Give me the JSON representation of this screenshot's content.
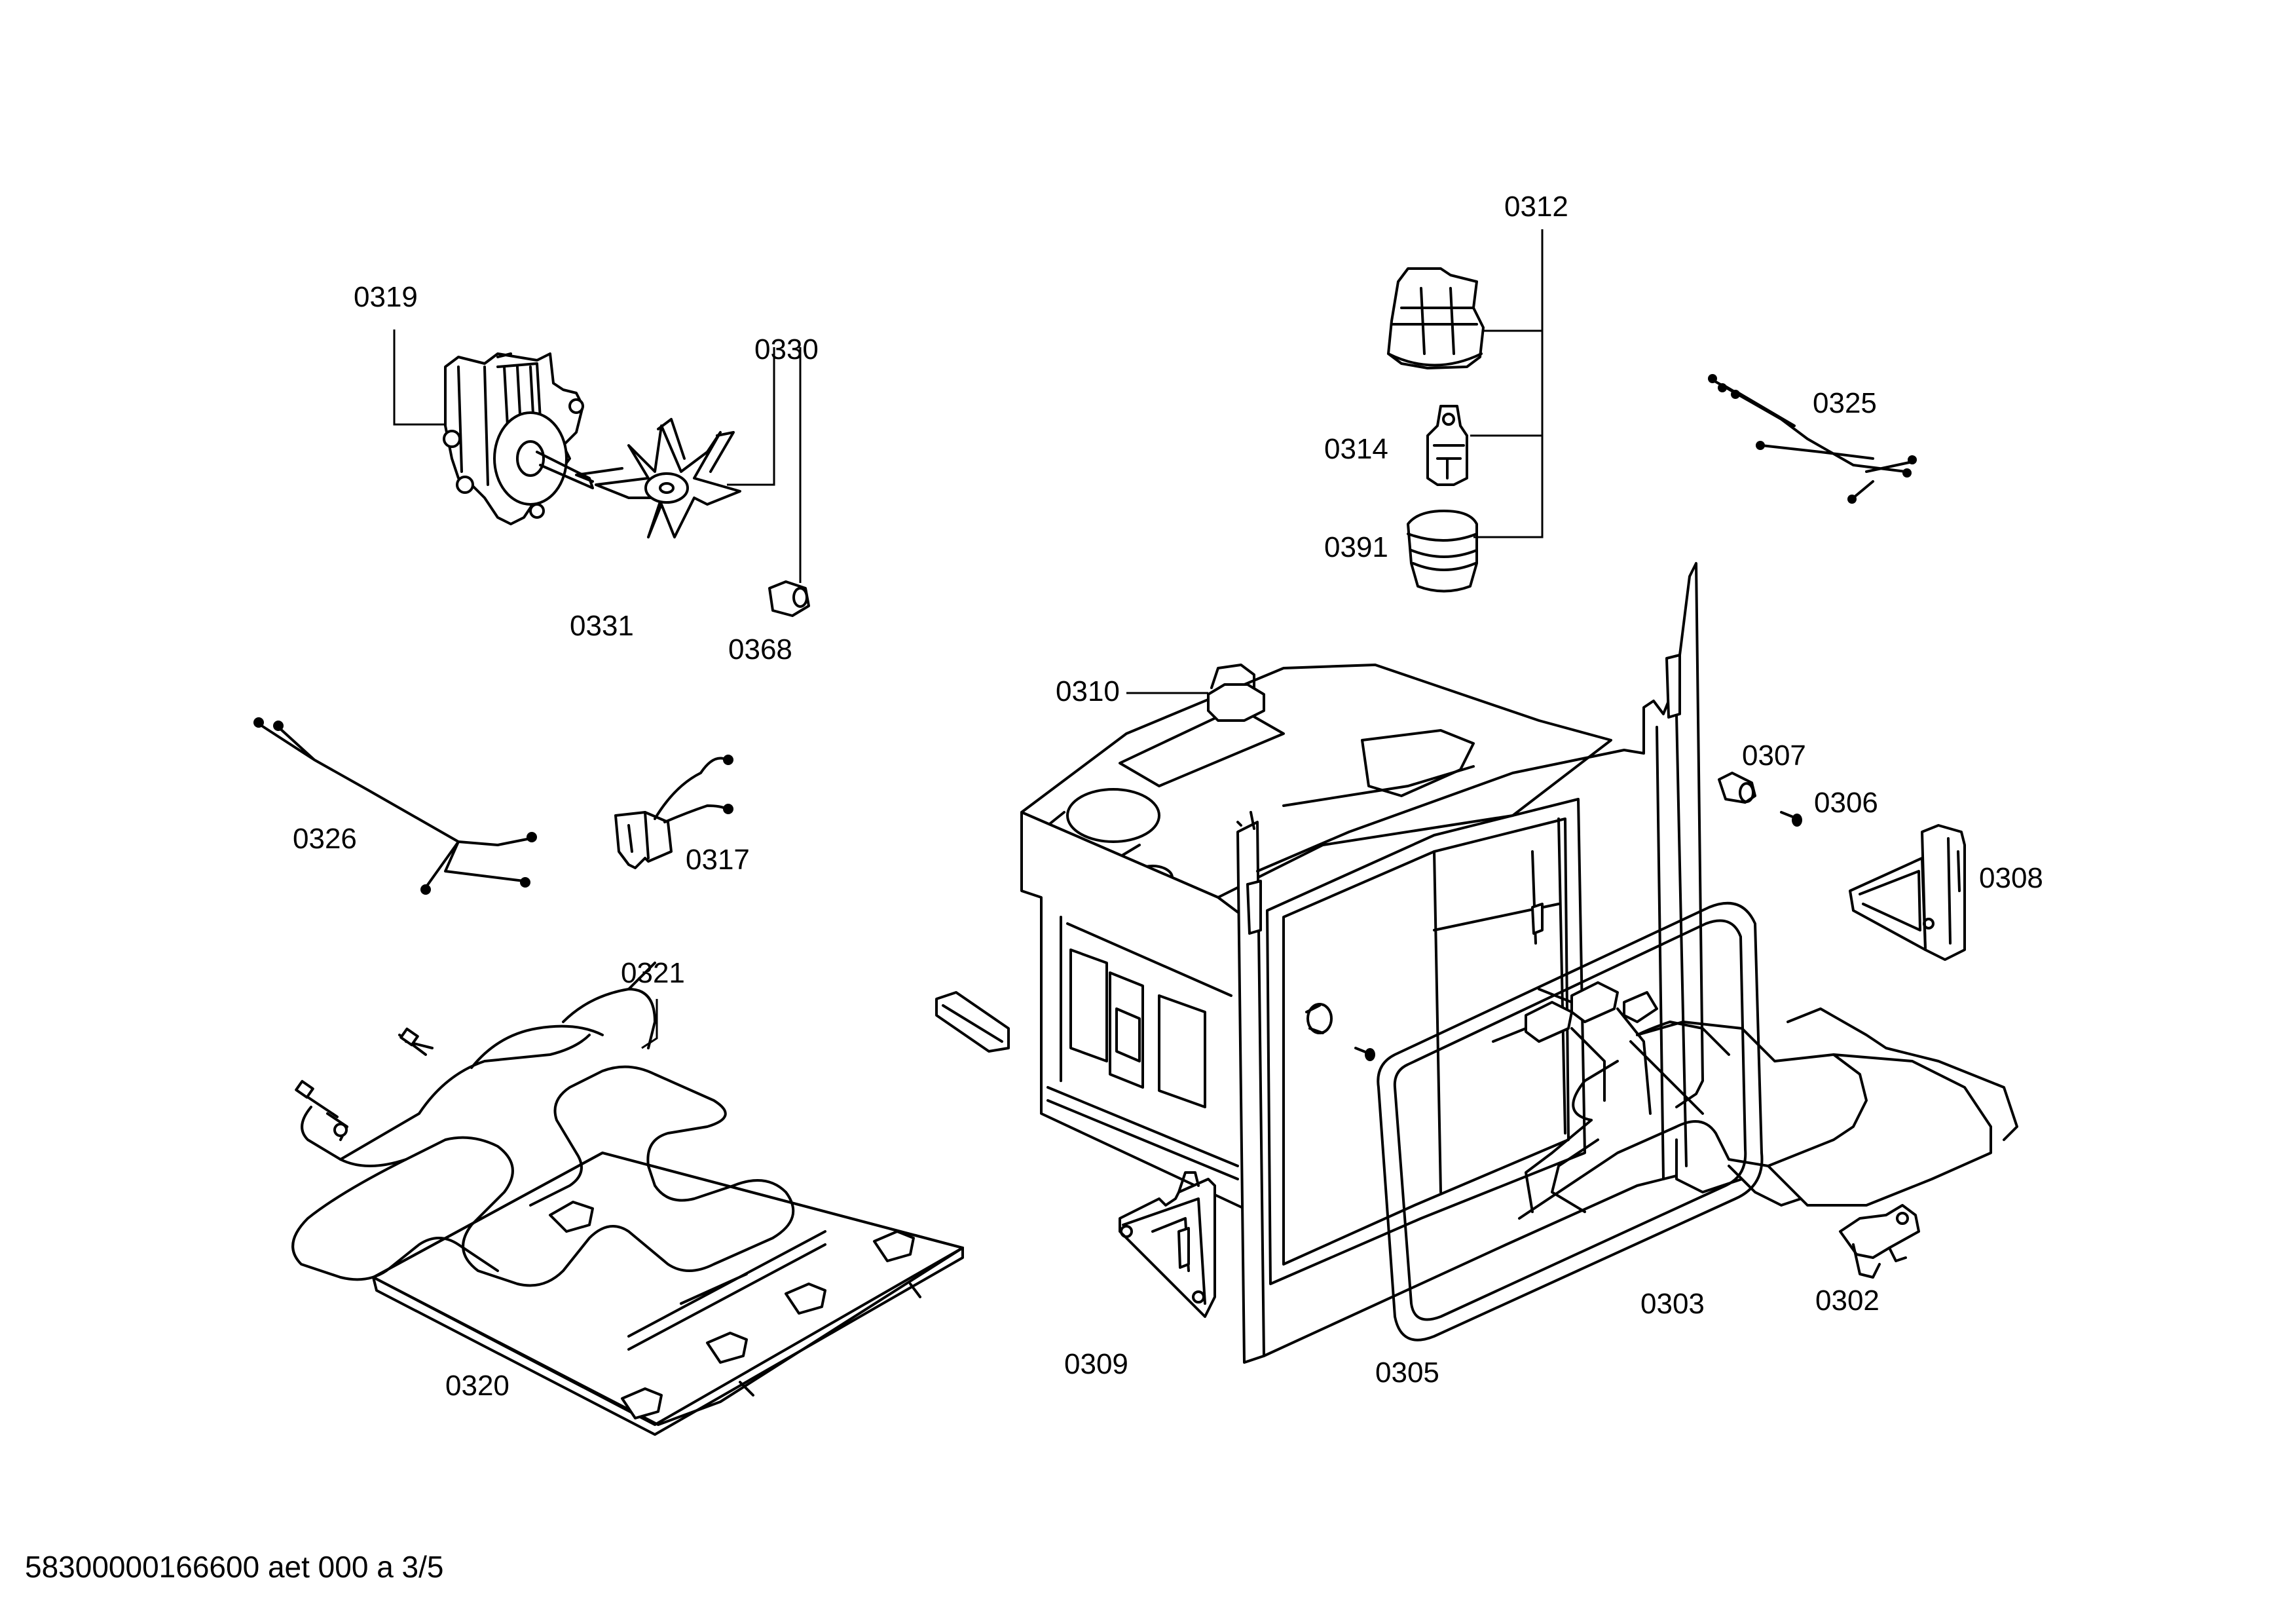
{
  "labels": {
    "p0302": "0302",
    "p0303": "0303",
    "p0305": "0305",
    "p0306": "0306",
    "p0307": "0307",
    "p0308": "0308",
    "p0309": "0309",
    "p0310": "0310",
    "p0312": "0312",
    "p0314": "0314",
    "p0317": "0317",
    "p0319": "0319",
    "p0320": "0320",
    "p0321": "0321",
    "p0325": "0325",
    "p0326": "0326",
    "p0330": "0330",
    "p0331": "0331",
    "p0368": "0368",
    "p0391": "0391"
  },
  "footer": {
    "doc_id": "58300000166600 aet 000 a 3/5"
  }
}
